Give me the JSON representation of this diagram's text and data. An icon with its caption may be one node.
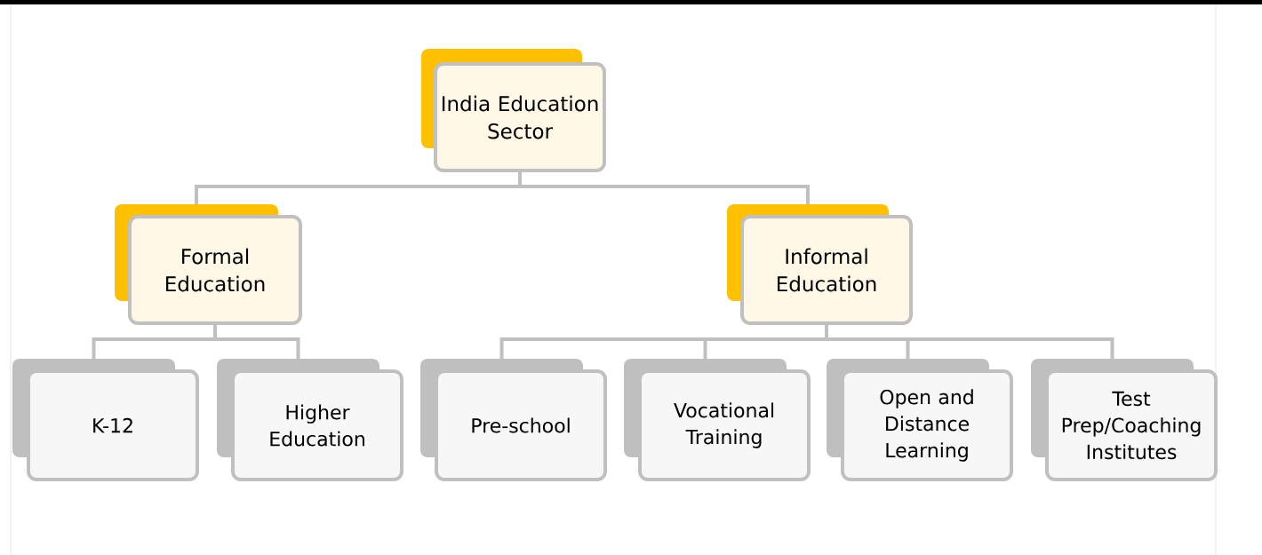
{
  "diagram": {
    "nodes": [
      {
        "text": [
          "India Education Sector"
        ]
      },
      {
        "text": [
          "Formal Education"
        ]
      },
      {
        "text": [
          "Informal Education"
        ]
      },
      {
        "text": [
          "K-12"
        ]
      },
      {
        "text": [
          "Higher Education"
        ]
      },
      {
        "text": [
          "Pre-school"
        ]
      },
      {
        "text": [
          "Vocational Training"
        ]
      },
      {
        "text": [
          "Open and Distance Learning"
        ]
      },
      {
        "text": [
          "Test Prep/Coaching Institutes"
        ]
      }
    ],
    "edges": [
      {
        "from": 0,
        "to": 1,
        "arrow": "none"
      },
      {
        "from": 0,
        "to": 2,
        "arrow": "none"
      },
      {
        "from": 1,
        "to": 3,
        "arrow": "none"
      },
      {
        "from": 1,
        "to": 4,
        "arrow": "none"
      },
      {
        "from": 2,
        "to": 5,
        "arrow": "none"
      },
      {
        "from": 2,
        "to": 6,
        "arrow": "none"
      },
      {
        "from": 2,
        "to": 7,
        "arrow": "none"
      },
      {
        "from": 2,
        "to": 8,
        "arrow": "none"
      }
    ]
  }
}
